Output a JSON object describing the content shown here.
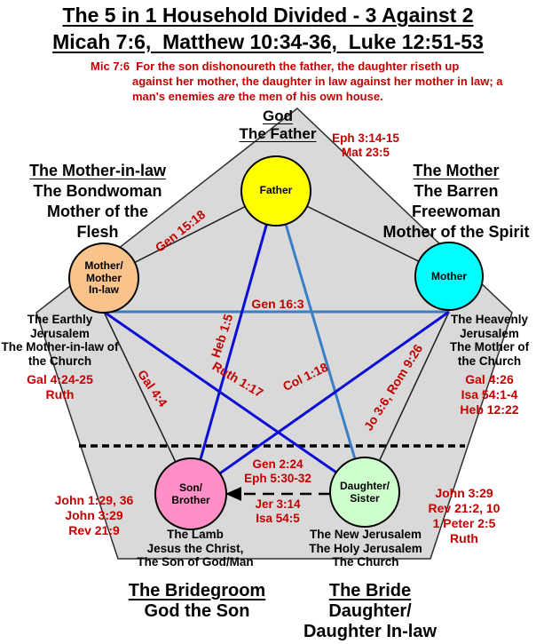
{
  "title": {
    "line1": "The 5 in 1 Household Divided - 3 Against 2",
    "line2": "Micah 7:6,  Matthew 10:34-36,  Luke 12:51-53"
  },
  "quote": {
    "line1": "Mic 7:6  For the son dishonoureth the father, the daughter riseth up",
    "line2": "against her mother, the daughter in law against her mother in law; a",
    "line3_pre": "man's enemies ",
    "line3_italic": "are",
    "line3_post": " the men of his own house."
  },
  "top_label": {
    "line1": "God",
    "line2": "The Father",
    "refs": [
      "Eph 3:14-15",
      "Mat 23:5"
    ]
  },
  "left_label": {
    "title": "The Mother-in-law",
    "lines": [
      "The Bondwoman",
      "Mother of the",
      "Flesh"
    ]
  },
  "right_label": {
    "title": "The Mother",
    "lines": [
      "The Barren",
      "Freewoman",
      "Mother of the Spirit"
    ]
  },
  "earthly": {
    "lines": [
      "The Earthly",
      "Jerusalem",
      "The Mother-in-law of",
      "the Church"
    ],
    "refs": [
      "Gal 4:24-25",
      "Ruth"
    ]
  },
  "heavenly": {
    "lines": [
      "The Heavenly",
      "Jerusalem",
      "The Mother of",
      "the Church"
    ],
    "refs": [
      "Gal 4:26",
      "Isa 54:1-4",
      "Heb 12:22"
    ]
  },
  "nodes": {
    "father": {
      "label": "Father",
      "color": "#FFFF00"
    },
    "mother_in_law": {
      "lines": [
        "Mother/",
        "Mother",
        "In-law"
      ],
      "color": "#F9C38B"
    },
    "mother": {
      "label": "Mother",
      "color": "#00FFFF"
    },
    "son": {
      "lines": [
        "Son/",
        "Brother"
      ],
      "color": "#FF8FC6"
    },
    "daughter": {
      "lines": [
        "Daughter/",
        "Sister"
      ],
      "color": "#CCFFCC"
    }
  },
  "edge_labels": {
    "mil_father": "Gen 15:18",
    "mil_mother": "Gen 16:3",
    "father_son": "Heb 1:5",
    "mil_daughter": "Ruth 1:17",
    "mother_son": "Col 1:18",
    "mil_son": "Gal 4:4",
    "mother_daughter": "Jo 3:6, Rom 9:26"
  },
  "marriage": {
    "above": [
      "Gen 2:24",
      "Eph 5:30-32"
    ],
    "below": [
      "Jer 3:14",
      "Isa 54:5"
    ]
  },
  "son_refs": [
    "John 1:29, 36",
    "John 3:29",
    "Rev 21:9"
  ],
  "daughter_refs": [
    "John 3:29",
    "Rev 21:2, 10",
    "1 Peter 2:5",
    "Ruth"
  ],
  "below_son": [
    "The Lamb",
    "Jesus the Christ,",
    "The Son of God/Man"
  ],
  "below_daughter": [
    "The New Jerusalem",
    "The Holy Jerusalem",
    "The Church"
  ],
  "footer": {
    "bridegroom": {
      "title": "The Bridegroom",
      "lines": [
        "God the Son"
      ]
    },
    "bride": {
      "title": "The Bride",
      "lines": [
        "Daughter/",
        "Daughter In-law"
      ]
    }
  },
  "colors": {
    "red_text": "#C40000",
    "dark_blue_line": "#0D0DD6",
    "steel_blue_line": "#3A7EC6",
    "pentagon_fill": "#D9D9D9",
    "black_line": "#1A1A1A"
  }
}
